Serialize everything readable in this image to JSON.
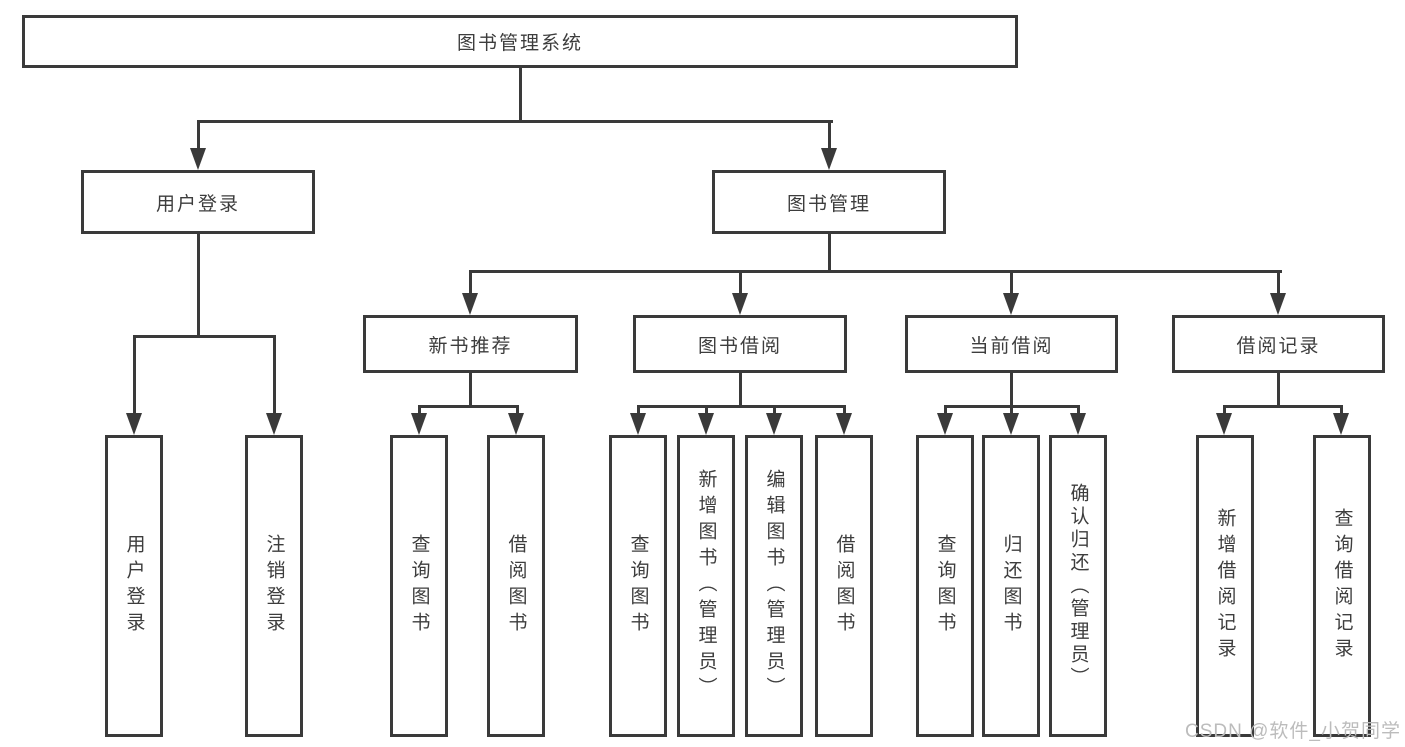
{
  "diagram": {
    "root": "图书管理系统",
    "level2": {
      "userLogin": "用户登录",
      "bookMgmt": "图书管理"
    },
    "level3": {
      "newBooks": "新书推荐",
      "bookBorrow": "图书借阅",
      "currentBorrow": "当前借阅",
      "borrowRecords": "借阅记录"
    },
    "leaves": {
      "userLogin": "用户登录",
      "logout": "注销登录",
      "queryBooksA": "查询图书",
      "borrowBooksA": "借阅图书",
      "queryBooksB": "查询图书",
      "addBook": "新增图书（管理员）",
      "editBook": "编辑图书（管理员）",
      "borrowBooksB": "借阅图书",
      "queryBooksC": "查询图书",
      "returnBook": "归还图书",
      "confirmReturn": "确认归还（管理员）",
      "addBorrowRecord": "新增借阅记录",
      "queryBorrowRecord": "查询借阅记录"
    }
  },
  "watermark": "CSDN @软件_小贺同学",
  "colors": {
    "line": "#3a3a3a",
    "text": "#3d3d3d",
    "watermark": "#bcbcbc",
    "background": "#ffffff"
  }
}
